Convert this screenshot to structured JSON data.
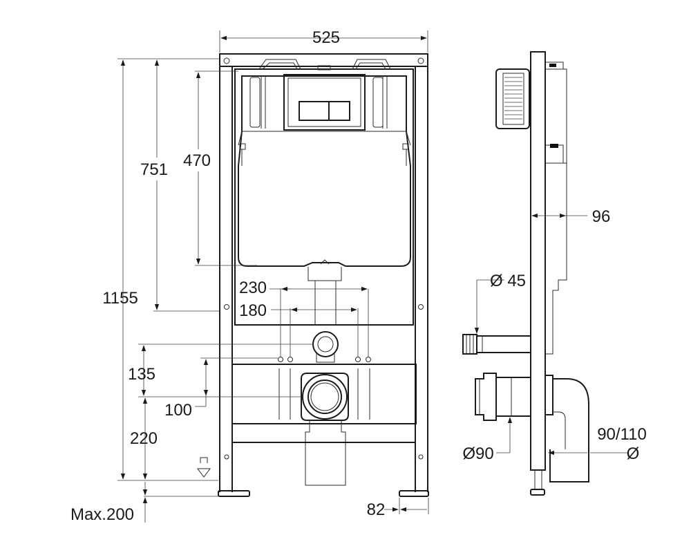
{
  "dimensions": {
    "width_top": "525",
    "height_total": "1155",
    "height_flush": "751",
    "height_cistern": "470",
    "spacing_outer": "230",
    "spacing_inner": "180",
    "height_135": "135",
    "height_100": "100",
    "height_220": "220",
    "max_adjust": "Max.200",
    "foot_82": "82",
    "depth_96": "96",
    "dia_45": "Ø 45",
    "dia_90": "Ø90",
    "dia_90_110": "90/110",
    "dia_symbol": "Ø"
  }
}
